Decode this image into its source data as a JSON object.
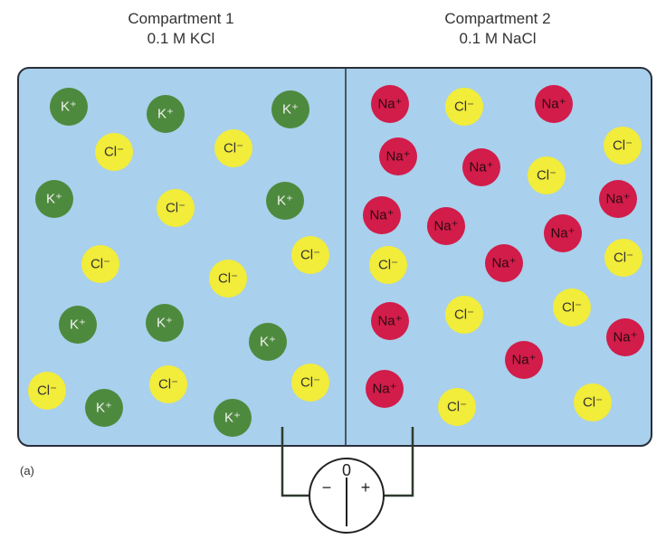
{
  "compartment1": {
    "title": "Compartment 1",
    "solution": "0.1 M KCl"
  },
  "compartment2": {
    "title": "Compartment 2",
    "solution": "0.1 M NaCl"
  },
  "figure_label": "(a)",
  "meter": {
    "zero_label": "0",
    "minus_label": "−",
    "plus_label": "+"
  },
  "ion_labels": {
    "potassium": "K⁺",
    "chloride": "Cl⁻",
    "sodium": "Na⁺"
  },
  "ions": [
    {
      "ion": "potassium",
      "compartment": 1
    },
    {
      "ion": "potassium",
      "compartment": 1
    },
    {
      "ion": "potassium",
      "compartment": 1
    },
    {
      "ion": "chloride",
      "compartment": 1
    },
    {
      "ion": "chloride",
      "compartment": 1
    },
    {
      "ion": "potassium",
      "compartment": 1
    },
    {
      "ion": "chloride",
      "compartment": 1
    },
    {
      "ion": "potassium",
      "compartment": 1
    },
    {
      "ion": "chloride",
      "compartment": 1
    },
    {
      "ion": "chloride",
      "compartment": 1
    },
    {
      "ion": "chloride",
      "compartment": 1
    },
    {
      "ion": "potassium",
      "compartment": 1
    },
    {
      "ion": "potassium",
      "compartment": 1
    },
    {
      "ion": "potassium",
      "compartment": 1
    },
    {
      "ion": "chloride",
      "compartment": 1
    },
    {
      "ion": "chloride",
      "compartment": 1
    },
    {
      "ion": "chloride",
      "compartment": 1
    },
    {
      "ion": "potassium",
      "compartment": 1
    },
    {
      "ion": "potassium",
      "compartment": 1
    },
    {
      "ion": "sodium",
      "compartment": 2
    },
    {
      "ion": "chloride",
      "compartment": 2
    },
    {
      "ion": "sodium",
      "compartment": 2
    },
    {
      "ion": "chloride",
      "compartment": 2
    },
    {
      "ion": "sodium",
      "compartment": 2
    },
    {
      "ion": "sodium",
      "compartment": 2
    },
    {
      "ion": "chloride",
      "compartment": 2
    },
    {
      "ion": "sodium",
      "compartment": 2
    },
    {
      "ion": "sodium",
      "compartment": 2
    },
    {
      "ion": "sodium",
      "compartment": 2
    },
    {
      "ion": "sodium",
      "compartment": 2
    },
    {
      "ion": "chloride",
      "compartment": 2
    },
    {
      "ion": "sodium",
      "compartment": 2
    },
    {
      "ion": "chloride",
      "compartment": 2
    },
    {
      "ion": "chloride",
      "compartment": 2
    },
    {
      "ion": "chloride",
      "compartment": 2
    },
    {
      "ion": "sodium",
      "compartment": 2
    },
    {
      "ion": "sodium",
      "compartment": 2
    },
    {
      "ion": "sodium",
      "compartment": 2
    },
    {
      "ion": "sodium",
      "compartment": 2
    },
    {
      "ion": "chloride",
      "compartment": 2
    },
    {
      "ion": "chloride",
      "compartment": 2
    }
  ],
  "colors": {
    "solution": "#a9d0ec",
    "container_border": "#2a2f3a",
    "membrane": "#2a2f3a",
    "potassium_fill": "#4e8a3e",
    "potassium_text": "#f2f2f2",
    "chloride_fill": "#f2ec3a",
    "chloride_text": "#333333",
    "sodium_fill": "#d21c4a",
    "sodium_text": "#2a0a10",
    "wire": "#2e3a2e",
    "meter_face": "#ffffff"
  }
}
